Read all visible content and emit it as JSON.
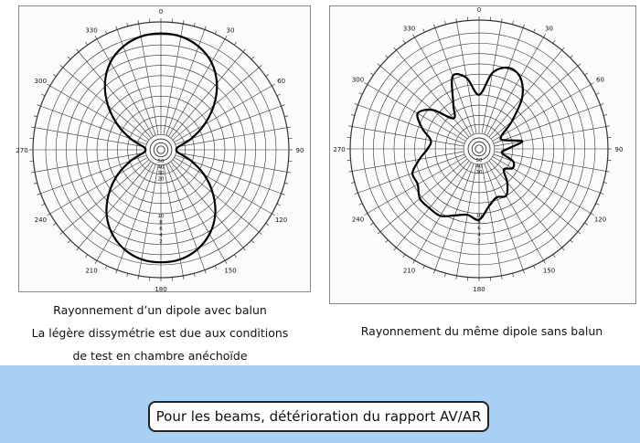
{
  "chart_data": [
    {
      "type": "polar",
      "title": "",
      "angle_tick_labels": [
        "0",
        "30",
        "60",
        "90",
        "120",
        "150",
        "180",
        "210",
        "240",
        "270",
        "300",
        "330"
      ],
      "radial_tick_labels_upper": [
        "50",
        "40",
        "30",
        "20"
      ],
      "radial_tick_labels_lower": [
        "10",
        "8",
        "6",
        "4",
        "2"
      ],
      "series": [
        {
          "angles_deg": [
            0,
            10,
            20,
            30,
            40,
            50,
            60,
            70,
            80,
            90,
            100,
            110,
            120,
            130,
            140,
            150,
            160,
            170,
            180,
            190,
            200,
            210,
            220,
            230,
            240,
            250,
            260,
            270,
            280,
            290,
            300,
            310,
            320,
            330,
            340,
            350
          ],
          "radius_fraction": [
            0.91,
            0.9,
            0.86,
            0.79,
            0.68,
            0.54,
            0.39,
            0.25,
            0.14,
            0.12,
            0.14,
            0.25,
            0.39,
            0.53,
            0.66,
            0.76,
            0.83,
            0.87,
            0.88,
            0.87,
            0.83,
            0.76,
            0.66,
            0.53,
            0.39,
            0.25,
            0.14,
            0.12,
            0.14,
            0.25,
            0.39,
            0.54,
            0.68,
            0.79,
            0.86,
            0.9
          ]
        }
      ],
      "caption": [
        "Rayonnement d’un dipole avec balun",
        "La légère dissymétrie est due aux conditions",
        "de test en chambre anéchoïde"
      ]
    },
    {
      "type": "polar",
      "title": "",
      "angle_tick_labels": [
        "0",
        "30",
        "60",
        "90",
        "120",
        "150",
        "180",
        "210",
        "240",
        "270",
        "300",
        "330"
      ],
      "radial_tick_labels_upper": [
        "50",
        "40",
        "30"
      ],
      "radial_tick_labels_lower": [
        "10",
        "8",
        "6",
        "4",
        "2"
      ],
      "series": [
        {
          "angles_deg": [
            0,
            10,
            20,
            30,
            40,
            50,
            60,
            70,
            80,
            90,
            100,
            110,
            120,
            130,
            140,
            150,
            160,
            170,
            180,
            190,
            200,
            210,
            220,
            230,
            240,
            250,
            260,
            270,
            280,
            290,
            300,
            310,
            320,
            330,
            340,
            350
          ],
          "radius_fraction": [
            0.42,
            0.6,
            0.67,
            0.64,
            0.52,
            0.33,
            0.2,
            0.2,
            0.34,
            0.22,
            0.18,
            0.28,
            0.3,
            0.25,
            0.34,
            0.42,
            0.4,
            0.45,
            0.55,
            0.52,
            0.55,
            0.6,
            0.6,
            0.6,
            0.55,
            0.55,
            0.47,
            0.4,
            0.38,
            0.47,
            0.55,
            0.47,
            0.31,
            0.4,
            0.6,
            0.56
          ]
        }
      ],
      "caption": [
        "Rayonnement du même dipole sans balun"
      ]
    }
  ],
  "conclusion": "Pour les beams, détérioration du rapport AV/AR",
  "colors": {
    "background_band": "#a8d0f5",
    "grid": "#333333",
    "curve": "#000000"
  }
}
